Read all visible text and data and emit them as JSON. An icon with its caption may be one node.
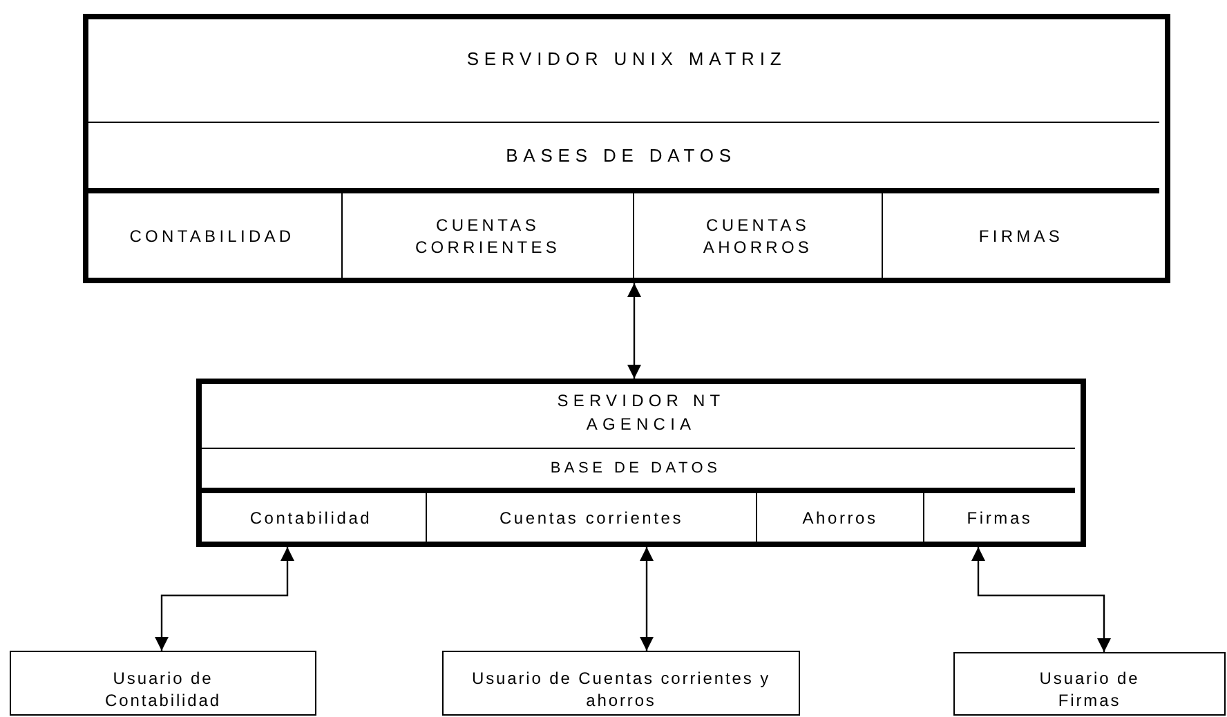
{
  "diagram": {
    "nodes": [
      {
        "text": [
          "SERVIDOR UNIX MATRIZ"
        ]
      },
      {
        "text": [
          "BASES DE DATOS"
        ],
        "in": 0
      },
      {
        "text": [
          "CONTABILIDAD"
        ],
        "in": 0
      },
      {
        "text": [
          "CUENTAS CORRIENTES"
        ],
        "in": 0
      },
      {
        "text": [
          "CUENTAS AHORROS"
        ],
        "in": 0
      },
      {
        "text": [
          "FIRMAS"
        ],
        "in": 0
      },
      {
        "text": [
          "SERVIDOR NT AGENCIA"
        ]
      },
      {
        "text": [
          "BASE DE DATOS"
        ],
        "in": 6
      },
      {
        "text": [
          "Contabilidad"
        ],
        "in": 6
      },
      {
        "text": [
          "Cuentas corrientes"
        ],
        "in": 6
      },
      {
        "text": [
          "Ahorros"
        ],
        "in": 6
      },
      {
        "text": [
          "Firmas"
        ],
        "in": 6
      },
      {
        "text": [
          "Usuario de Contabilidad"
        ]
      },
      {
        "text": [
          "Usuario de Cuentas corrientes y ahorros"
        ]
      },
      {
        "text": [
          "Usuario de Firmas"
        ]
      }
    ],
    "edges": [
      {
        "from": 0,
        "to": 6,
        "arrow": "both"
      },
      {
        "from": 8,
        "to": 12,
        "arrow": "both"
      },
      {
        "from": 9,
        "to": 13,
        "arrow": "both"
      },
      {
        "from": 11,
        "to": 14,
        "arrow": "both"
      }
    ]
  }
}
